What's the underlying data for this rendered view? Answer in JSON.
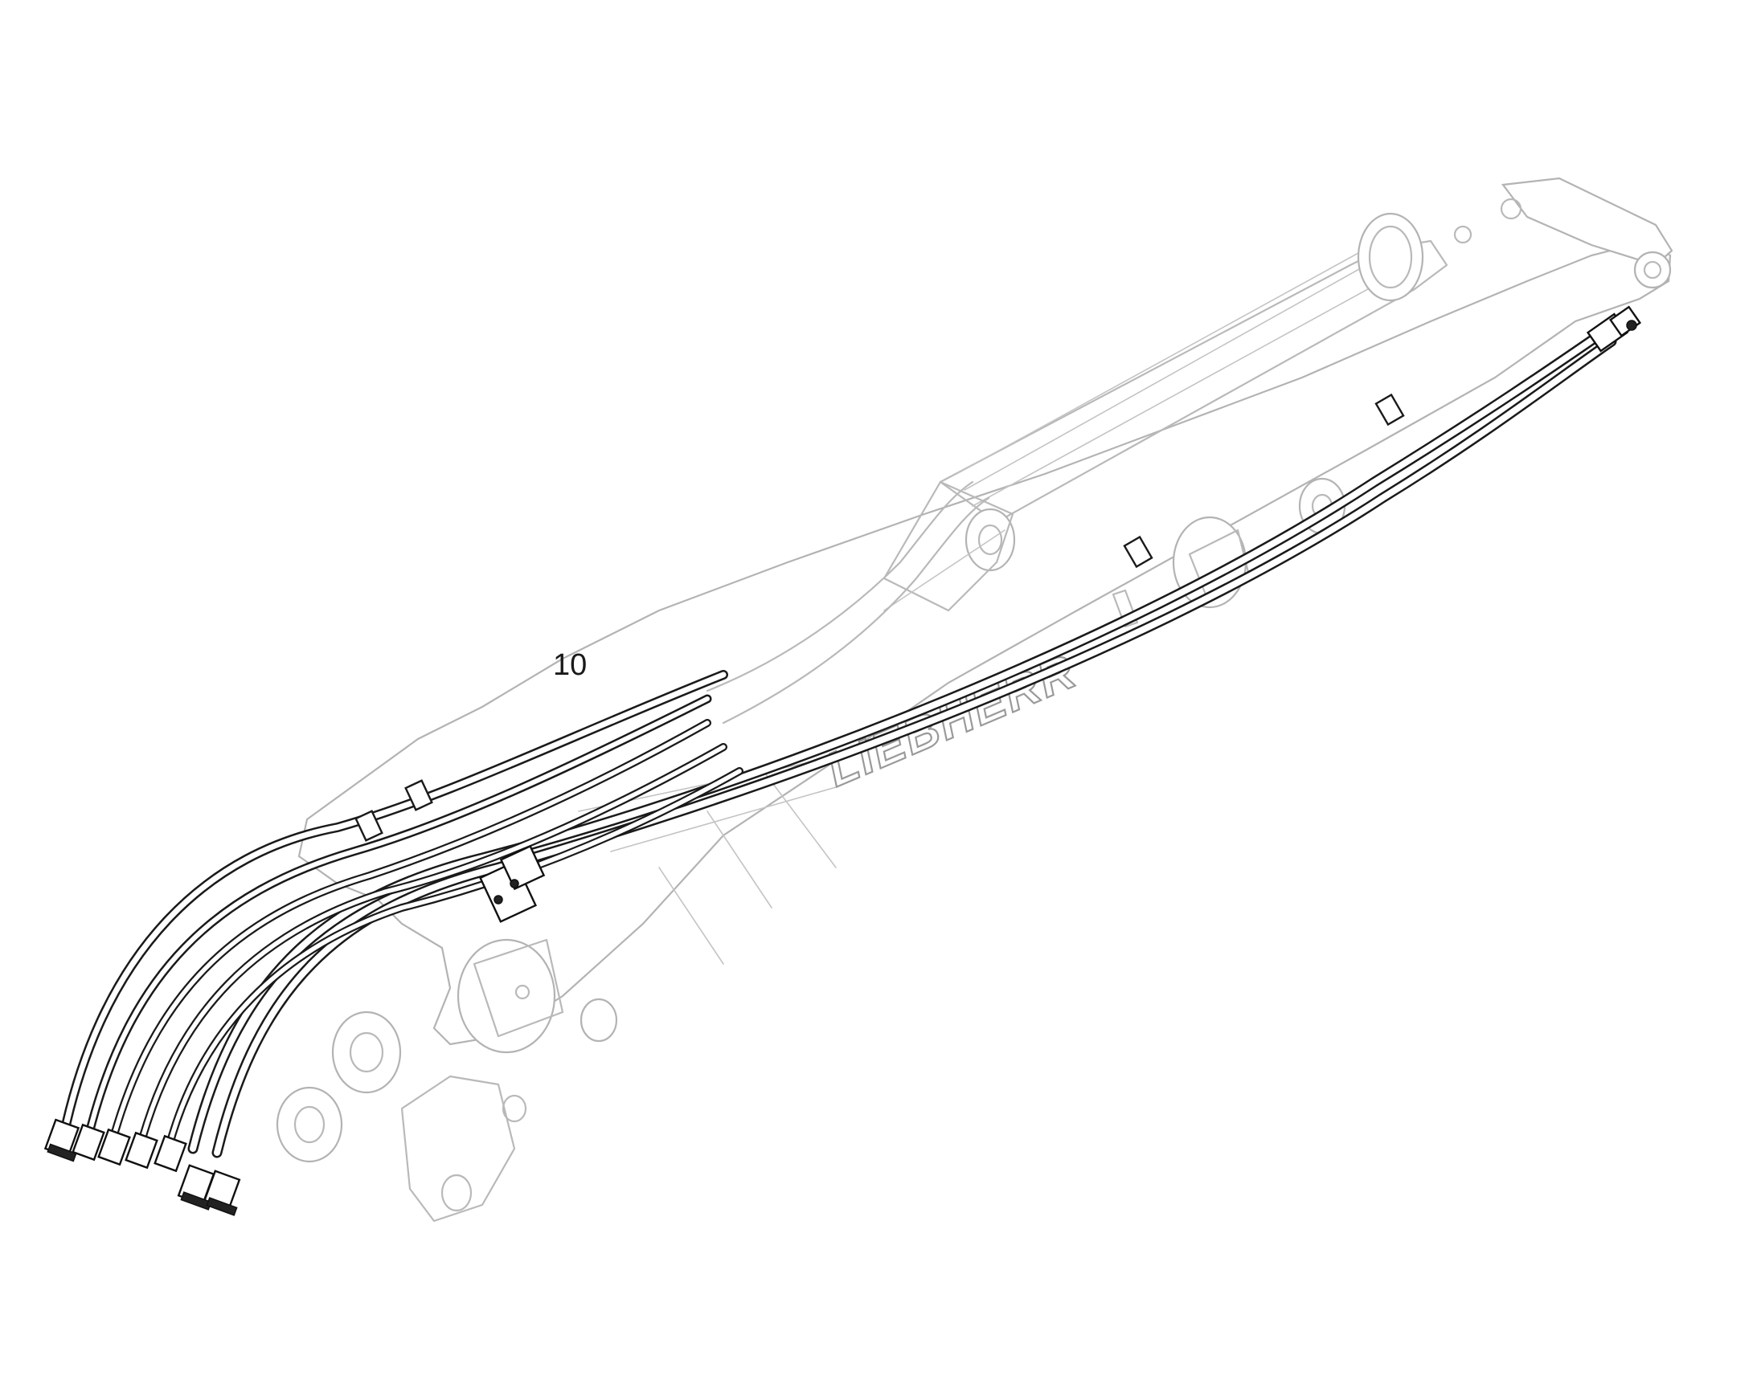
{
  "diagram": {
    "callouts": [
      {
        "id": "callout-10",
        "label": "10"
      }
    ],
    "brand_marking": "LIEBHERR",
    "colors": {
      "background": "#ffffff",
      "component_outline": "#b9b9b9",
      "hose_outline": "#1a1a1a"
    }
  }
}
